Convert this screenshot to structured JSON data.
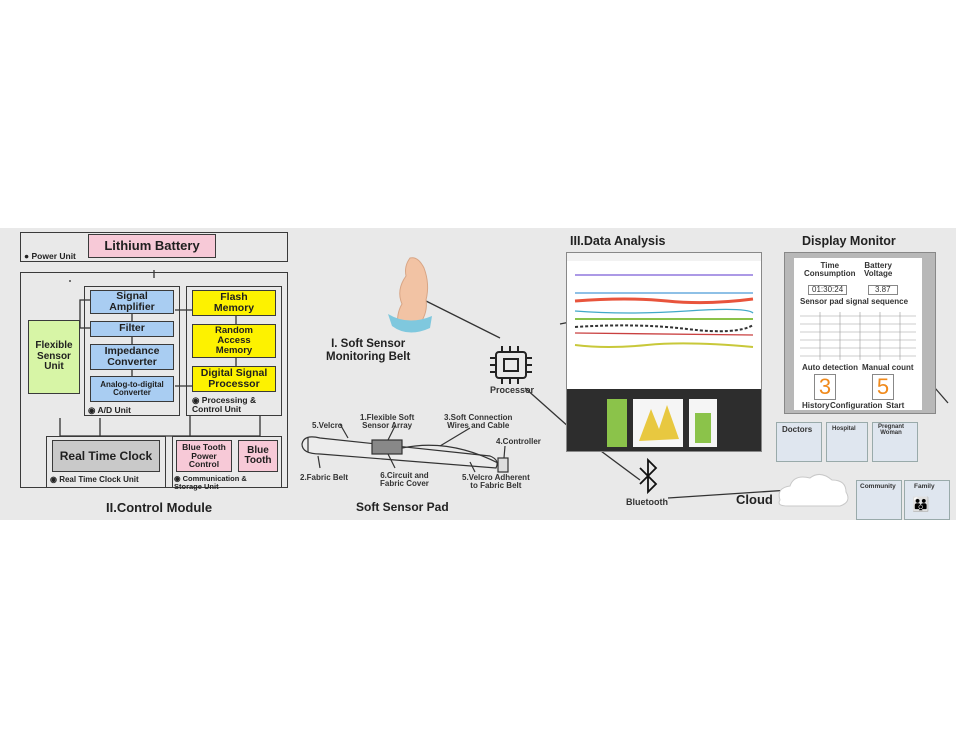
{
  "control": {
    "lithium_battery": "Lithium Battery",
    "power_unit": "Power Unit",
    "flexible_sensor_unit": "Flexible\nSensor\nUnit",
    "signal_amplifier": "Signal\nAmplifier",
    "filter": "Filter",
    "impedance_converter": "Impedance\nConverter",
    "adc": "Analog-to-digital\nConverter",
    "ad_unit": "A/D Unit",
    "flash_memory": "Flash\nMemory",
    "ram": "Random\nAccess\nMemory",
    "dsp": "Digital Signal\nProcessor",
    "processing_unit": "Processing &\nControl Unit",
    "rtc": "Real Time Clock",
    "rtc_unit": "Real Time Clock Unit",
    "bt_power": "Blue Tooth\nPower\nControl",
    "bluetooth": "Blue\nTooth",
    "comm_unit": "Communication &\nStorage Unit",
    "title": "II.Control Module"
  },
  "belt": {
    "title": "I. Soft Sensor\nMonitoring Belt",
    "processor": "Processor",
    "pad_title": "Soft Sensor Pad",
    "labels": {
      "velcro": "5.Velcro",
      "flex_array": "1.Flexible Soft\nSensor Array",
      "soft_conn": "3.Soft Connection\nWires and Cable",
      "controller": "4.Controller",
      "fabric_belt": "2.Fabric Belt",
      "circuit": "6.Circuit and\nFabric Cover",
      "velcro_adh": "5.Velcro Adherent\nto Fabric Belt"
    }
  },
  "analysis": {
    "title": "III.Data Analysis",
    "bluetooth": "Bluetooth"
  },
  "monitor": {
    "title": "Display Monitor",
    "time_label": "Time\nConsumption",
    "time_value": "01:30:24",
    "battery_label": "Battery\nVoltage",
    "battery_value": "3.87",
    "signal_seq": "Sensor pad signal sequence",
    "auto_detection": "Auto detection",
    "auto_value": "3",
    "manual_count": "Manual count",
    "manual_value": "5",
    "history": "History",
    "configuration": "Configuration",
    "start": "Start"
  },
  "cloud": {
    "label": "Cloud",
    "doctors": "Doctors",
    "hospital": "Hospital",
    "pregnant": "Pregnant\nWoman",
    "community": "Community",
    "family": "Family"
  },
  "colors": {
    "blue": "#a9cdf2",
    "yellow": "#fdf200",
    "pink": "#f7c9d7",
    "green": "#d7f5a6",
    "monitor_orange": "#f08a1c"
  }
}
